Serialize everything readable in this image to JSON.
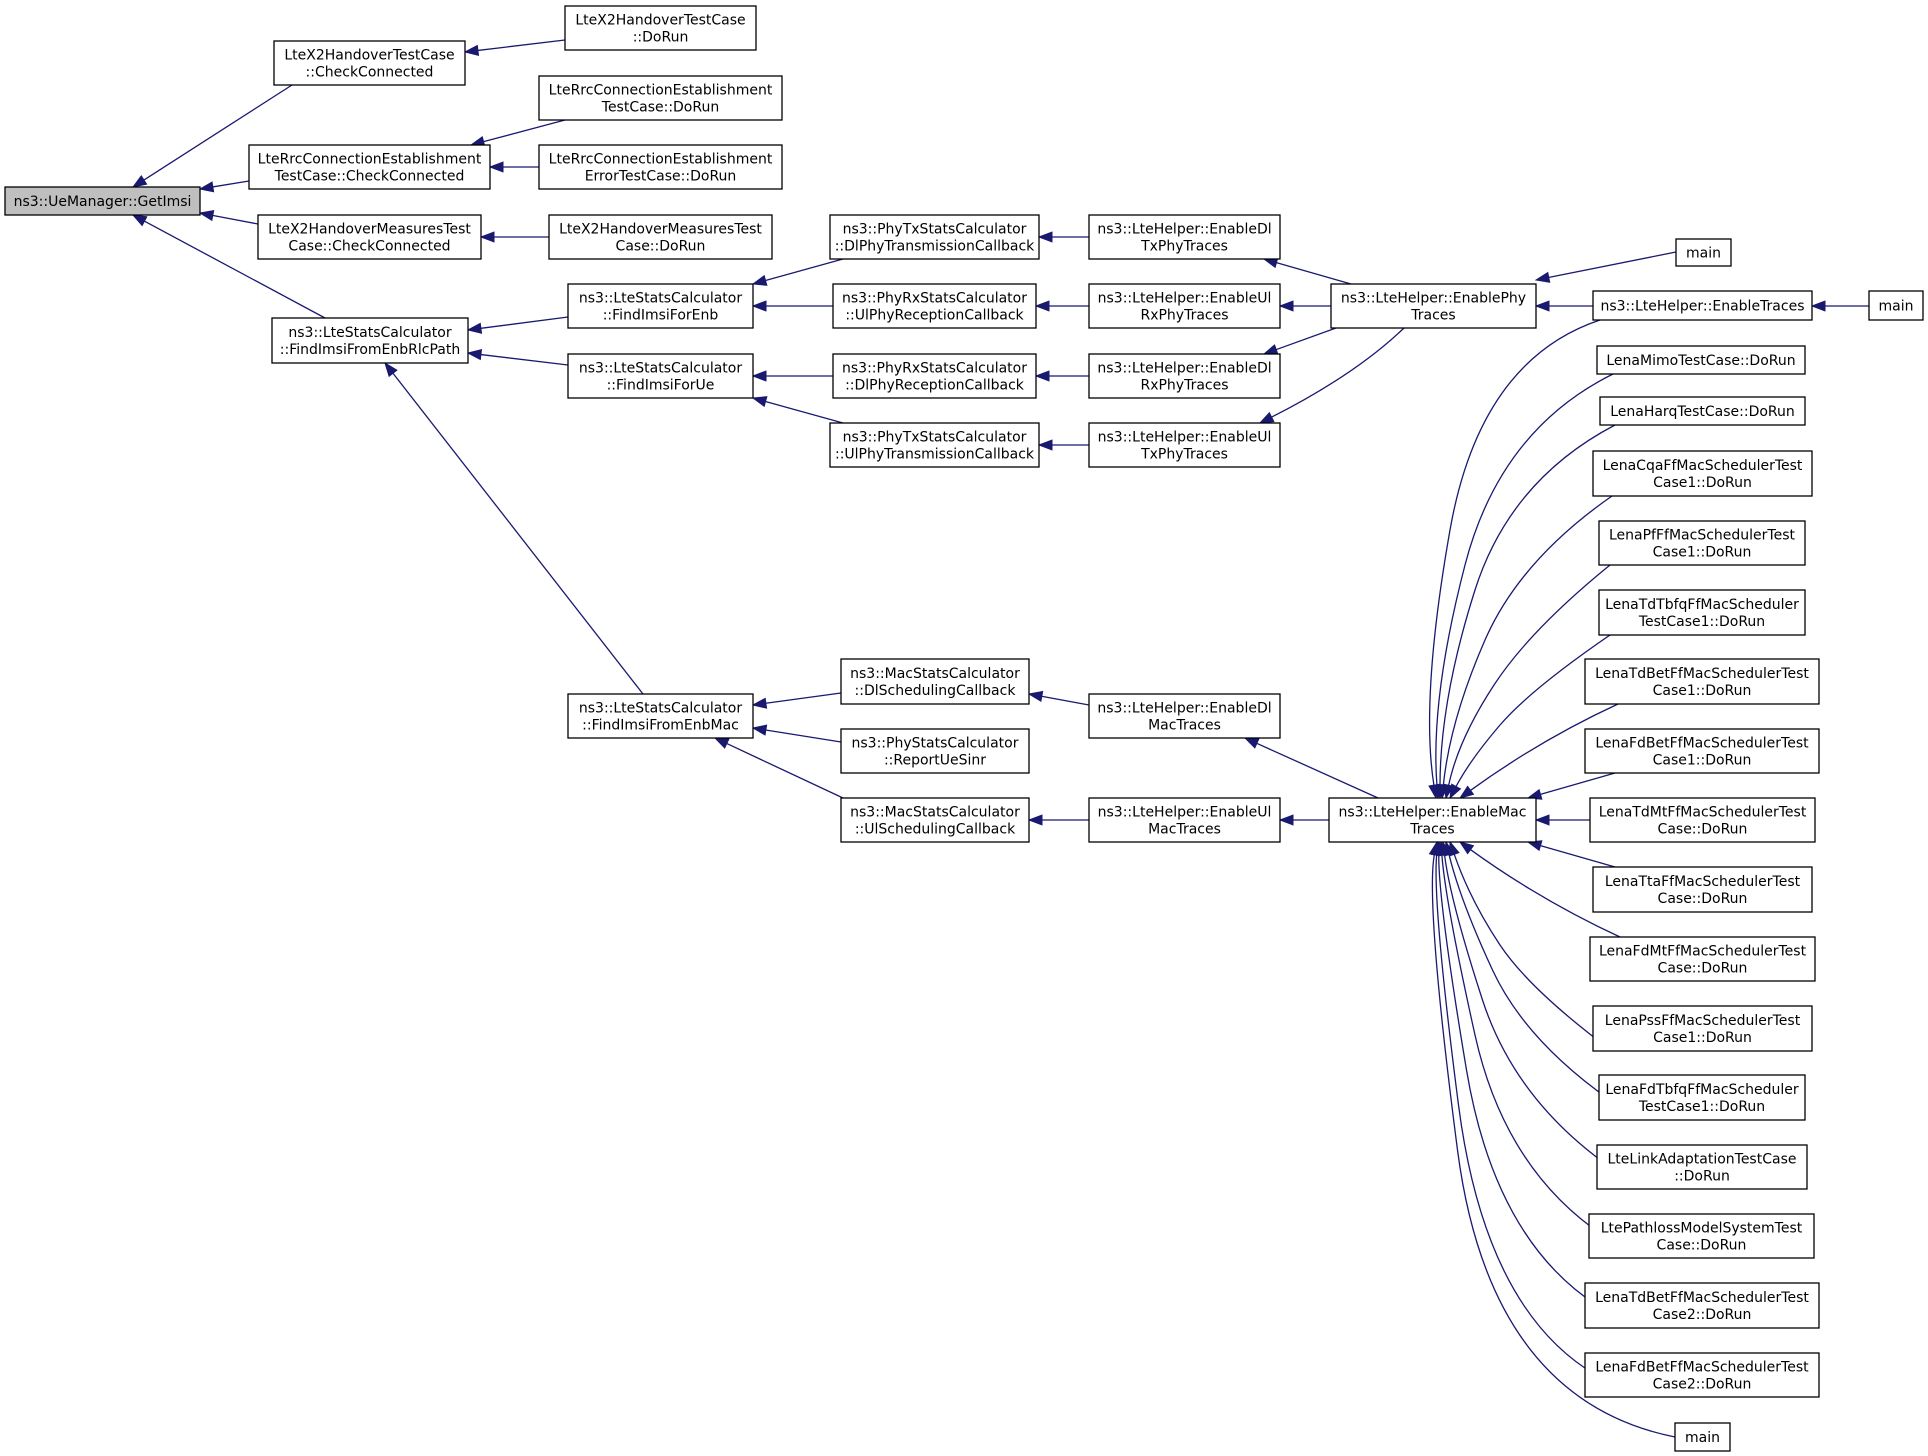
{
  "graph": {
    "colors": {
      "edge": "#191970",
      "root_fill": "#bfbfbf",
      "node_fill": "#ffffff",
      "node_border": "#000000"
    },
    "nodes": [
      {
        "id": "getimsi",
        "lines": [
          "ns3::UeManager::GetImsi"
        ],
        "root": true
      },
      {
        "id": "x2ho_cc",
        "lines": [
          "LteX2HandoverTestCase",
          "::CheckConnected"
        ]
      },
      {
        "id": "x2ho_dorun",
        "lines": [
          "LteX2HandoverTestCase",
          "::DoRun"
        ]
      },
      {
        "id": "rrc_cc",
        "lines": [
          "LteRrcConnectionEstablishment",
          "TestCase::CheckConnected"
        ]
      },
      {
        "id": "rrc_dorun",
        "lines": [
          "LteRrcConnectionEstablishment",
          "TestCase::DoRun"
        ]
      },
      {
        "id": "rrc_err_dorun",
        "lines": [
          "LteRrcConnectionEstablishment",
          "ErrorTestCase::DoRun"
        ]
      },
      {
        "id": "x2hm_cc",
        "lines": [
          "LteX2HandoverMeasuresTest",
          "Case::CheckConnected"
        ]
      },
      {
        "id": "x2hm_dorun",
        "lines": [
          "LteX2HandoverMeasuresTest",
          "Case::DoRun"
        ]
      },
      {
        "id": "fi_rlc",
        "lines": [
          "ns3::LteStatsCalculator",
          "::FindImsiFromEnbRlcPath"
        ]
      },
      {
        "id": "fi_enb",
        "lines": [
          "ns3::LteStatsCalculator",
          "::FindImsiForEnb"
        ]
      },
      {
        "id": "fi_ue",
        "lines": [
          "ns3::LteStatsCalculator",
          "::FindImsiForUe"
        ]
      },
      {
        "id": "fi_mac",
        "lines": [
          "ns3::LteStatsCalculator",
          "::FindImsiFromEnbMac"
        ]
      },
      {
        "id": "ptx_dl",
        "lines": [
          "ns3::PhyTxStatsCalculator",
          "::DlPhyTransmissionCallback"
        ]
      },
      {
        "id": "prx_ul",
        "lines": [
          "ns3::PhyRxStatsCalculator",
          "::UlPhyReceptionCallback"
        ]
      },
      {
        "id": "prx_dl",
        "lines": [
          "ns3::PhyRxStatsCalculator",
          "::DlPhyReceptionCallback"
        ]
      },
      {
        "id": "ptx_ul",
        "lines": [
          "ns3::PhyTxStatsCalculator",
          "::UlPhyTransmissionCallback"
        ]
      },
      {
        "id": "en_dltx",
        "lines": [
          "ns3::LteHelper::EnableDl",
          "TxPhyTraces"
        ]
      },
      {
        "id": "en_ulrx",
        "lines": [
          "ns3::LteHelper::EnableUl",
          "RxPhyTraces"
        ]
      },
      {
        "id": "en_dlrx",
        "lines": [
          "ns3::LteHelper::EnableDl",
          "RxPhyTraces"
        ]
      },
      {
        "id": "en_ultx",
        "lines": [
          "ns3::LteHelper::EnableUl",
          "TxPhyTraces"
        ]
      },
      {
        "id": "en_phy",
        "lines": [
          "ns3::LteHelper::EnablePhy",
          "Traces"
        ]
      },
      {
        "id": "main_a",
        "lines": [
          "main"
        ]
      },
      {
        "id": "en_traces",
        "lines": [
          "ns3::LteHelper::EnableTraces"
        ]
      },
      {
        "id": "main_b",
        "lines": [
          "main"
        ]
      },
      {
        "id": "mac_dl",
        "lines": [
          "ns3::MacStatsCalculator",
          "::DlSchedulingCallback"
        ]
      },
      {
        "id": "phy_sinr",
        "lines": [
          "ns3::PhyStatsCalculator",
          "::ReportUeSinr"
        ]
      },
      {
        "id": "mac_ul",
        "lines": [
          "ns3::MacStatsCalculator",
          "::UlSchedulingCallback"
        ]
      },
      {
        "id": "en_dlmac",
        "lines": [
          "ns3::LteHelper::EnableDl",
          "MacTraces"
        ]
      },
      {
        "id": "en_ulmac",
        "lines": [
          "ns3::LteHelper::EnableUl",
          "MacTraces"
        ]
      },
      {
        "id": "en_mac",
        "lines": [
          "ns3::LteHelper::EnableMac",
          "Traces"
        ]
      },
      {
        "id": "t_mimo",
        "lines": [
          "LenaMimoTestCase::DoRun"
        ]
      },
      {
        "id": "t_harq",
        "lines": [
          "LenaHarqTestCase::DoRun"
        ]
      },
      {
        "id": "t_cqa",
        "lines": [
          "LenaCqaFfMacSchedulerTest",
          "Case1::DoRun"
        ]
      },
      {
        "id": "t_pf",
        "lines": [
          "LenaPfFfMacSchedulerTest",
          "Case1::DoRun"
        ]
      },
      {
        "id": "t_tdtbfq",
        "lines": [
          "LenaTdTbfqFfMacScheduler",
          "TestCase1::DoRun"
        ]
      },
      {
        "id": "t_tdbet1",
        "lines": [
          "LenaTdBetFfMacSchedulerTest",
          "Case1::DoRun"
        ]
      },
      {
        "id": "t_fdbet1",
        "lines": [
          "LenaFdBetFfMacSchedulerTest",
          "Case1::DoRun"
        ]
      },
      {
        "id": "t_tdmt",
        "lines": [
          "LenaTdMtFfMacSchedulerTest",
          "Case::DoRun"
        ]
      },
      {
        "id": "t_tta",
        "lines": [
          "LenaTtaFfMacSchedulerTest",
          "Case::DoRun"
        ]
      },
      {
        "id": "t_fdmt",
        "lines": [
          "LenaFdMtFfMacSchedulerTest",
          "Case::DoRun"
        ]
      },
      {
        "id": "t_pss",
        "lines": [
          "LenaPssFfMacSchedulerTest",
          "Case1::DoRun"
        ]
      },
      {
        "id": "t_fdtbfq",
        "lines": [
          "LenaFdTbfqFfMacScheduler",
          "TestCase1::DoRun"
        ]
      },
      {
        "id": "t_linkad",
        "lines": [
          "LteLinkAdaptationTestCase",
          "::DoRun"
        ]
      },
      {
        "id": "t_pathloss",
        "lines": [
          "LtePathlossModelSystemTest",
          "Case::DoRun"
        ]
      },
      {
        "id": "t_tdbet2",
        "lines": [
          "LenaTdBetFfMacSchedulerTest",
          "Case2::DoRun"
        ]
      },
      {
        "id": "t_fdbet2",
        "lines": [
          "LenaFdBetFfMacSchedulerTest",
          "Case2::DoRun"
        ]
      },
      {
        "id": "main_c",
        "lines": [
          "main"
        ]
      }
    ],
    "edges": [
      {
        "from": "x2ho_cc",
        "to": "getimsi"
      },
      {
        "from": "rrc_cc",
        "to": "getimsi"
      },
      {
        "from": "x2hm_cc",
        "to": "getimsi"
      },
      {
        "from": "fi_rlc",
        "to": "getimsi"
      },
      {
        "from": "x2ho_dorun",
        "to": "x2ho_cc"
      },
      {
        "from": "rrc_dorun",
        "to": "rrc_cc"
      },
      {
        "from": "rrc_err_dorun",
        "to": "rrc_cc"
      },
      {
        "from": "x2hm_dorun",
        "to": "x2hm_cc"
      },
      {
        "from": "fi_enb",
        "to": "fi_rlc"
      },
      {
        "from": "fi_ue",
        "to": "fi_rlc"
      },
      {
        "from": "fi_mac",
        "to": "fi_rlc"
      },
      {
        "from": "ptx_dl",
        "to": "fi_enb"
      },
      {
        "from": "prx_ul",
        "to": "fi_enb"
      },
      {
        "from": "prx_dl",
        "to": "fi_ue"
      },
      {
        "from": "ptx_ul",
        "to": "fi_ue"
      },
      {
        "from": "en_dltx",
        "to": "ptx_dl"
      },
      {
        "from": "en_ulrx",
        "to": "prx_ul"
      },
      {
        "from": "en_dlrx",
        "to": "prx_dl"
      },
      {
        "from": "en_ultx",
        "to": "ptx_ul"
      },
      {
        "from": "en_phy",
        "to": "en_dltx"
      },
      {
        "from": "en_phy",
        "to": "en_ulrx"
      },
      {
        "from": "en_phy",
        "to": "en_dlrx"
      },
      {
        "from": "en_phy",
        "to": "en_ultx"
      },
      {
        "from": "main_a",
        "to": "en_phy"
      },
      {
        "from": "en_traces",
        "to": "en_phy"
      },
      {
        "from": "main_b",
        "to": "en_traces"
      },
      {
        "from": "mac_dl",
        "to": "fi_mac"
      },
      {
        "from": "phy_sinr",
        "to": "fi_mac"
      },
      {
        "from": "mac_ul",
        "to": "fi_mac"
      },
      {
        "from": "en_dlmac",
        "to": "mac_dl"
      },
      {
        "from": "en_ulmac",
        "to": "mac_ul"
      },
      {
        "from": "en_mac",
        "to": "en_dlmac"
      },
      {
        "from": "en_mac",
        "to": "en_ulmac"
      },
      {
        "from": "en_traces",
        "to": "en_mac"
      },
      {
        "from": "t_mimo",
        "to": "en_mac"
      },
      {
        "from": "t_harq",
        "to": "en_mac"
      },
      {
        "from": "t_cqa",
        "to": "en_mac"
      },
      {
        "from": "t_pf",
        "to": "en_mac"
      },
      {
        "from": "t_tdtbfq",
        "to": "en_mac"
      },
      {
        "from": "t_tdbet1",
        "to": "en_mac"
      },
      {
        "from": "t_fdbet1",
        "to": "en_mac"
      },
      {
        "from": "t_tdmt",
        "to": "en_mac"
      },
      {
        "from": "t_tta",
        "to": "en_mac"
      },
      {
        "from": "t_fdmt",
        "to": "en_mac"
      },
      {
        "from": "t_pss",
        "to": "en_mac"
      },
      {
        "from": "t_fdtbfq",
        "to": "en_mac"
      },
      {
        "from": "t_linkad",
        "to": "en_mac"
      },
      {
        "from": "t_pathloss",
        "to": "en_mac"
      },
      {
        "from": "t_tdbet2",
        "to": "en_mac"
      },
      {
        "from": "t_fdbet2",
        "to": "en_mac"
      },
      {
        "from": "main_c",
        "to": "en_mac"
      }
    ]
  }
}
